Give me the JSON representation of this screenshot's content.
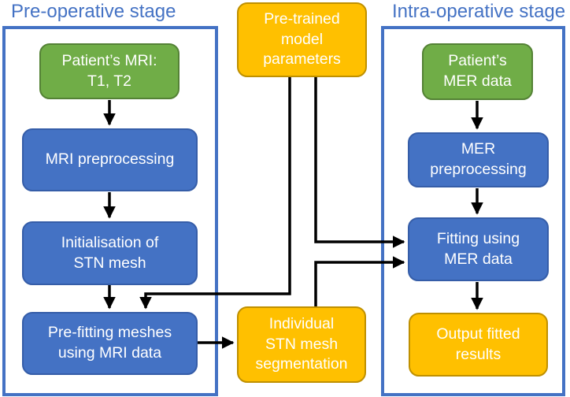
{
  "colors": {
    "container_border": "#4472C4",
    "stage_title_text": "#4472C4",
    "green_fill": "#70AD47",
    "green_border": "#548235",
    "blue_fill": "#4472C4",
    "blue_border": "#355DA8",
    "yellow_fill": "#FFC000",
    "yellow_border": "#BF9000",
    "arrow": "#000000",
    "node_text": "#FFFFFF"
  },
  "stages": {
    "pre_operative": {
      "label": "Pre-operative stage"
    },
    "intra_operative": {
      "label": "Intra-operative stage"
    }
  },
  "nodes": {
    "patients_mri": {
      "label": "Patient’s MRI:\nT1, T2",
      "type": "green"
    },
    "mri_preprocessing": {
      "label": "MRI preprocessing",
      "type": "blue"
    },
    "init_stn_mesh": {
      "label": "Initialisation of\nSTN mesh",
      "type": "blue"
    },
    "pre_fitting": {
      "label": "Pre-fitting meshes\nusing MRI data",
      "type": "blue"
    },
    "pretrained_params": {
      "label": "Pre-trained\nmodel\nparameters",
      "type": "yellow"
    },
    "individual_stn": {
      "label": "Individual\nSTN mesh\nsegmentation",
      "type": "yellow"
    },
    "patients_mer": {
      "label": "Patient’s\nMER data",
      "type": "green"
    },
    "mer_preprocessing": {
      "label": "MER\npreprocessing",
      "type": "blue"
    },
    "fitting_mer": {
      "label": "Fitting using\nMER data",
      "type": "blue"
    },
    "output_results": {
      "label": "Output fitted\nresults",
      "type": "yellow"
    }
  },
  "edges": [
    {
      "from": "patients_mri",
      "to": "mri_preprocessing"
    },
    {
      "from": "mri_preprocessing",
      "to": "init_stn_mesh"
    },
    {
      "from": "init_stn_mesh",
      "to": "pre_fitting"
    },
    {
      "from": "pretrained_params",
      "to": "pre_fitting"
    },
    {
      "from": "pretrained_params",
      "to": "fitting_mer"
    },
    {
      "from": "pre_fitting",
      "to": "individual_stn"
    },
    {
      "from": "individual_stn",
      "to": "fitting_mer"
    },
    {
      "from": "patients_mer",
      "to": "mer_preprocessing"
    },
    {
      "from": "mer_preprocessing",
      "to": "fitting_mer"
    },
    {
      "from": "fitting_mer",
      "to": "output_results"
    }
  ]
}
